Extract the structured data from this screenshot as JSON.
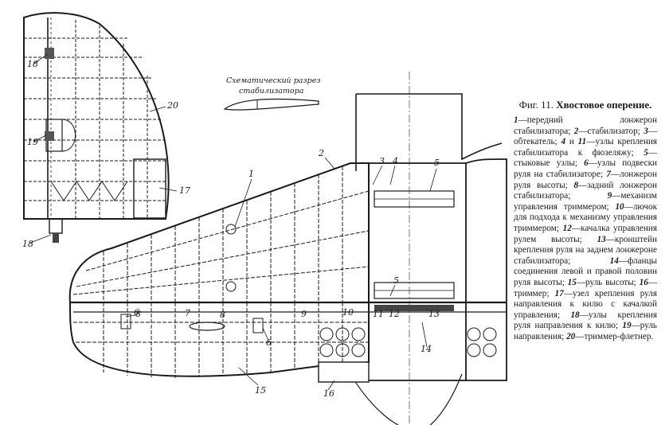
{
  "figure": {
    "number": "Фиг. 11.",
    "title": "Хвостовое оперение."
  },
  "section_view": {
    "title_line1": "Схематический разрез",
    "title_line2": "стабилизатора"
  },
  "callouts": [
    "1",
    "2",
    "3",
    "4",
    "5",
    "5",
    "6",
    "7",
    "8",
    "8",
    "9",
    "10",
    "11",
    "12",
    "13",
    "14",
    "15",
    "16",
    "17",
    "18",
    "18",
    "19",
    "20"
  ],
  "legend": [
    {
      "num": "1",
      "text": "—передний лонжерон стабилизатора; "
    },
    {
      "num": "2",
      "text": "—стабилизатор; "
    },
    {
      "num": "3",
      "text": "—обтекатель; "
    },
    {
      "num": "4",
      "text": " и "
    },
    {
      "num": "11",
      "text": "—узлы крепления стабилизатора к фюзеляжу; "
    },
    {
      "num": "5",
      "text": "—стыковые узлы; "
    },
    {
      "num": "6",
      "text": "—узлы подвески руля на стабилизаторе; "
    },
    {
      "num": "7",
      "text": "—лонжерон руля высоты; "
    },
    {
      "num": "8",
      "text": "—задний лонжерон стабилизатора; "
    },
    {
      "num": "9",
      "text": "—механизм управления триммером; "
    },
    {
      "num": "10",
      "text": "—лючок для подхода к механизму управления триммером; "
    },
    {
      "num": "12",
      "text": "—качалка управления рулем высоты; "
    },
    {
      "num": "13",
      "text": "—кронштейн крепления руля на заднем лонжероне стабилизатора; "
    },
    {
      "num": "14",
      "text": "—фланцы соединения левой и правой половин руля высоты; "
    },
    {
      "num": "15",
      "text": "—руль высоты; "
    },
    {
      "num": "16",
      "text": "—триммер; "
    },
    {
      "num": "17",
      "text": "—узел крепления руля направления к килю с качалкой управления; "
    },
    {
      "num": "18",
      "text": "—узлы крепления руля направления к килю; "
    },
    {
      "num": "19",
      "text": "—руль направления; "
    },
    {
      "num": "20",
      "text": "—триммер-флетнер."
    }
  ]
}
